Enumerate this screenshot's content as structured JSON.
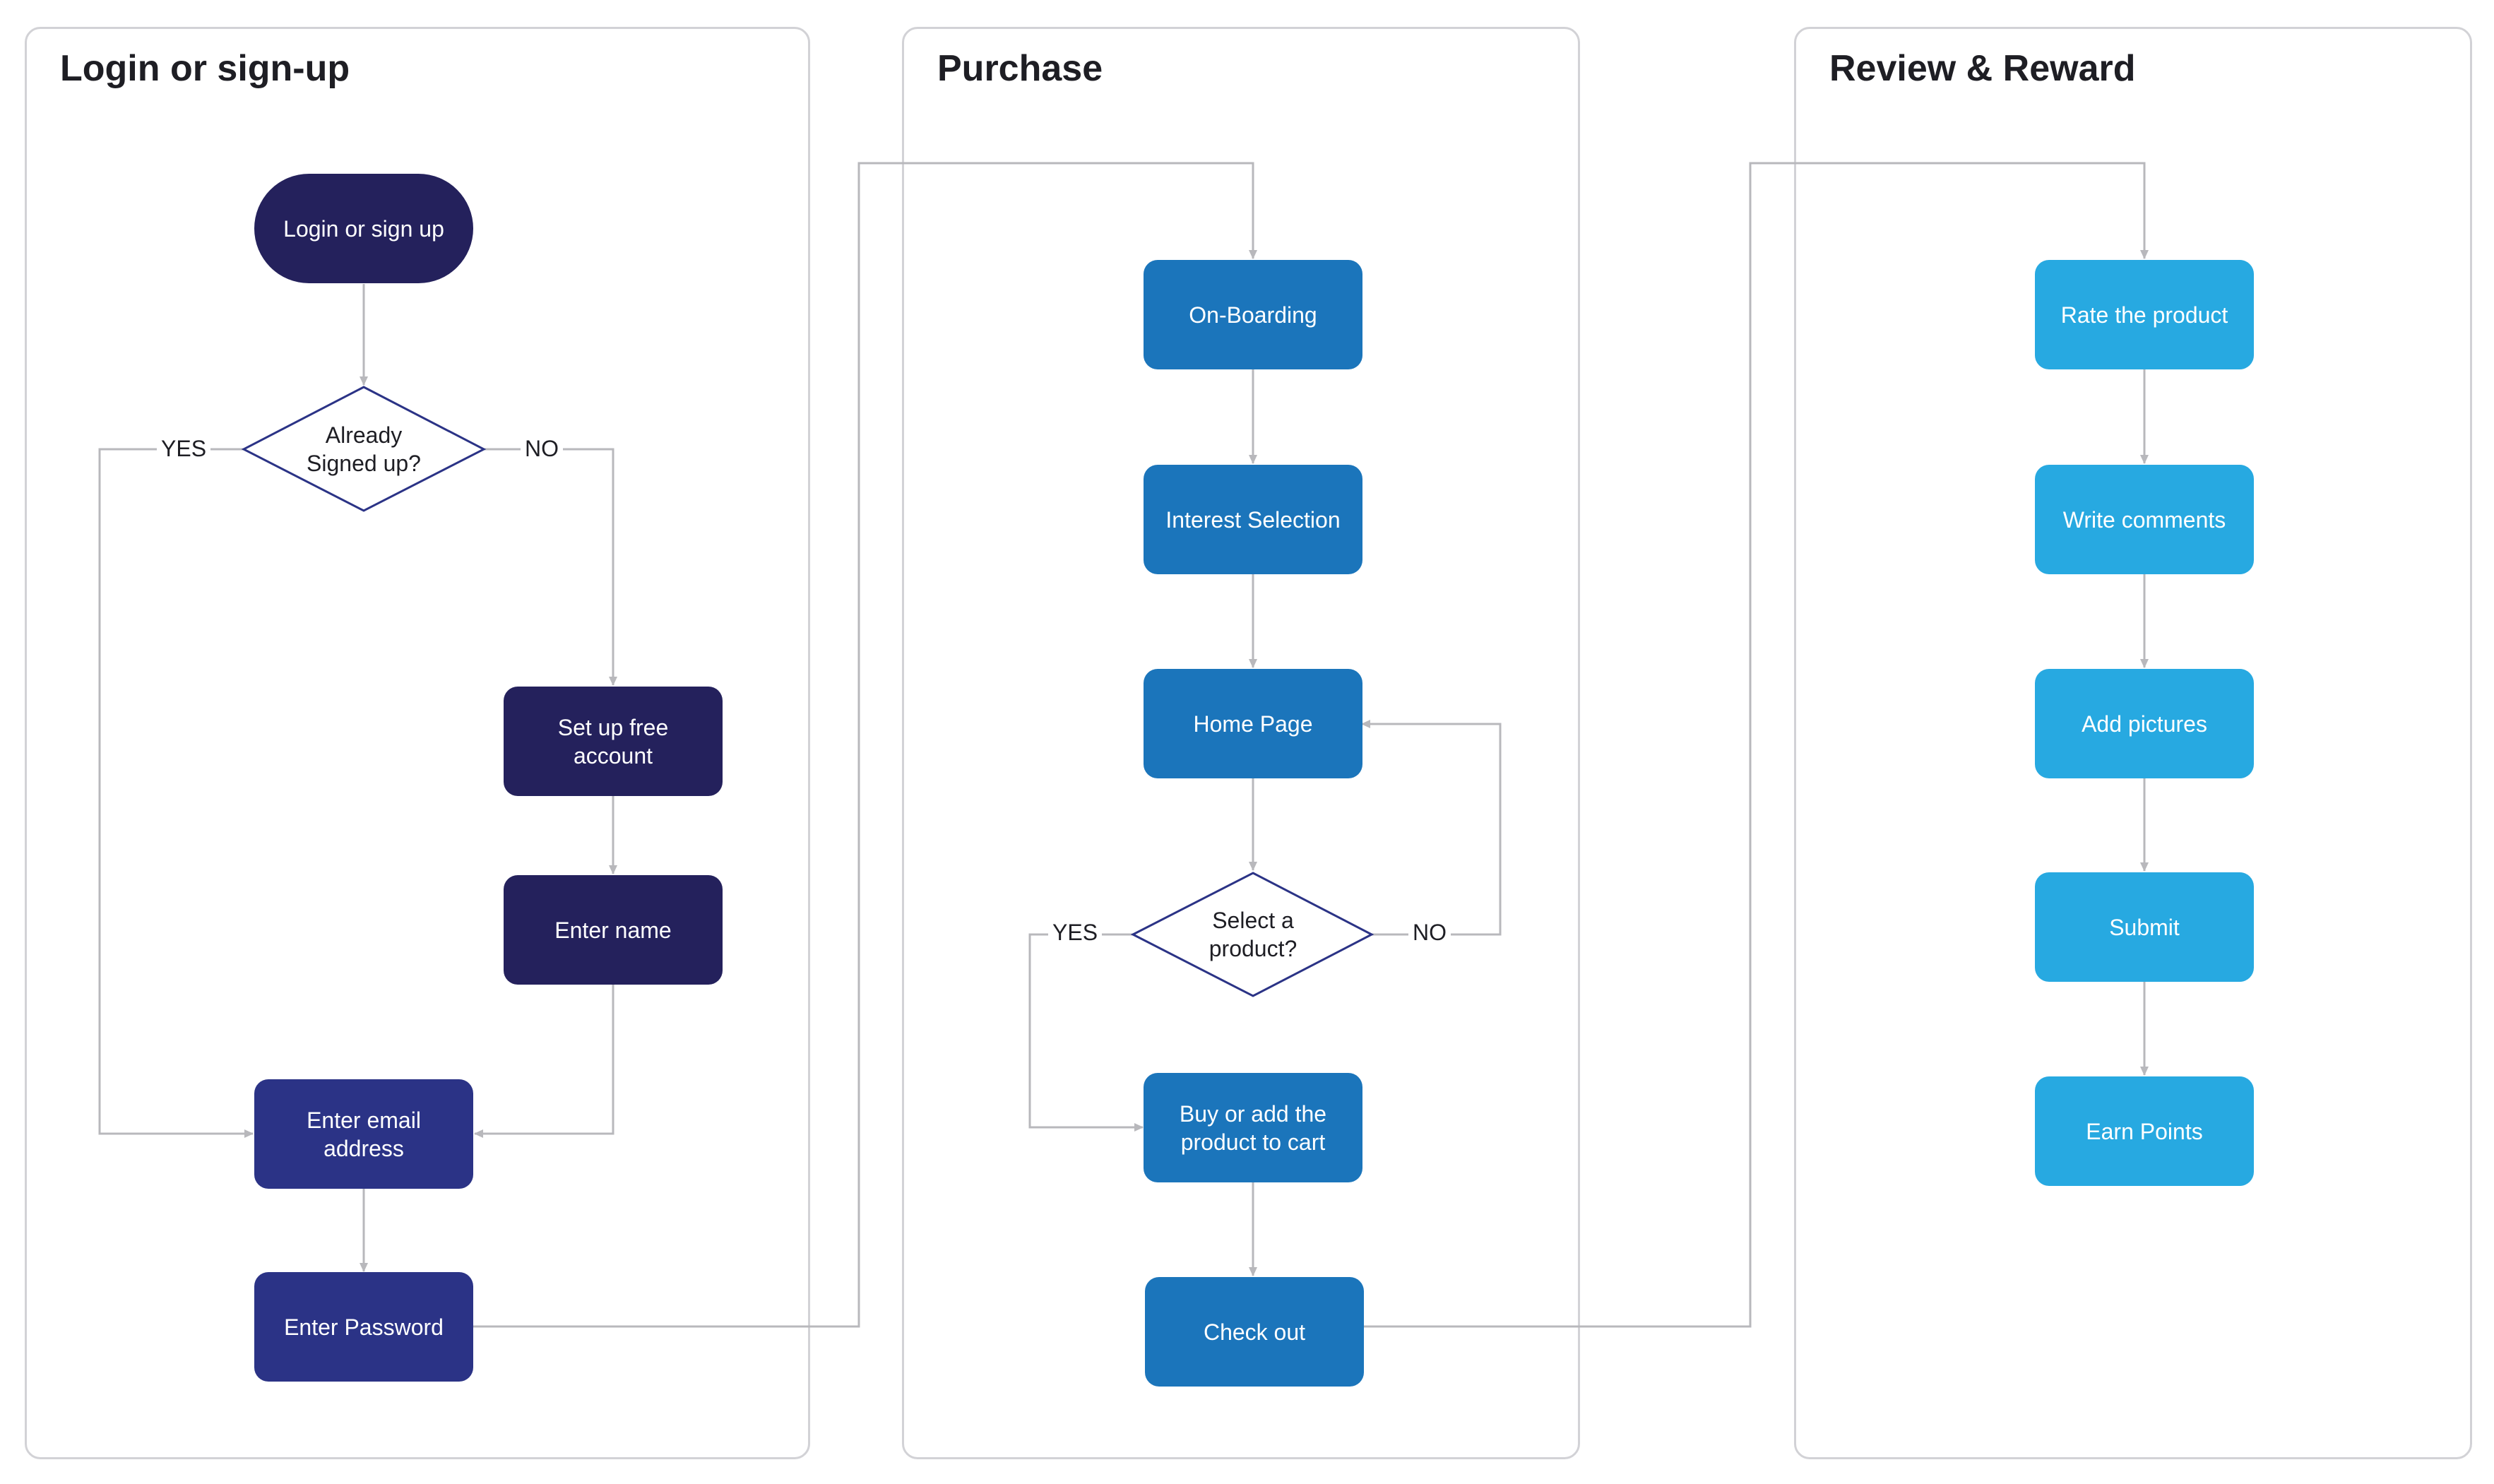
{
  "sections": {
    "login": {
      "title": "Login or sign-up"
    },
    "purchase": {
      "title": "Purchase"
    },
    "review": {
      "title": "Review & Reward"
    }
  },
  "nodes": {
    "login_start": "Login or sign up",
    "already_signed": "Already Signed up?",
    "setup_account": "Set up free account",
    "enter_name": "Enter name",
    "enter_email": "Enter email address",
    "enter_password": "Enter Password",
    "onboarding": "On-Boarding",
    "interest": "Interest Selection",
    "home": "Home Page",
    "select_product": "Select a product?",
    "buy_cart": "Buy or add the product to cart",
    "checkout": "Check out",
    "rate": "Rate the product",
    "comments": "Write comments",
    "pictures": "Add pictures",
    "submit": "Submit",
    "earn": "Earn Points"
  },
  "labels": {
    "signed_yes": "YES",
    "signed_no": "NO",
    "product_yes": "YES",
    "product_no": "NO"
  },
  "colors": {
    "login_dark": "#24215c",
    "login_mid": "#2b3386",
    "purchase_blue": "#1b75bb",
    "review_blue": "#27a9e1",
    "connector": "#b8b8bc",
    "diamond_stroke": "#2b3386"
  }
}
